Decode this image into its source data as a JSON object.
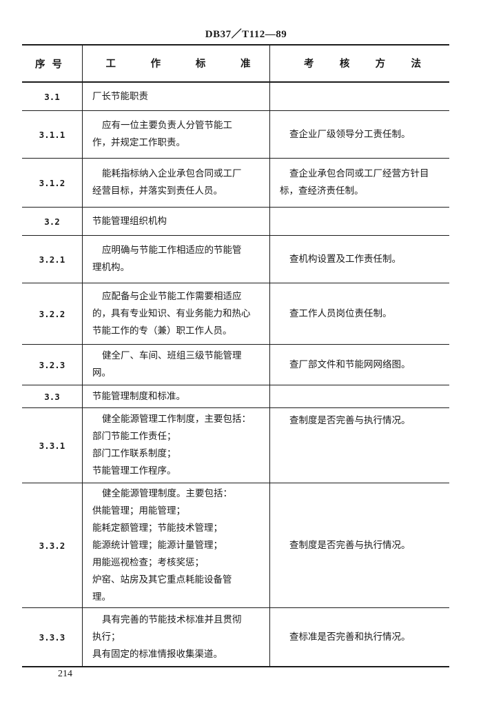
{
  "header": {
    "doc_code": "DB37／T112—89"
  },
  "table": {
    "columns": {
      "num": "序号",
      "standard": [
        "工",
        "作",
        "标",
        "准"
      ],
      "method": [
        "考",
        "核",
        "方",
        "法"
      ]
    },
    "rows": [
      {
        "num": "3.1",
        "standard": [
          "厂长节能职责"
        ],
        "method": ""
      },
      {
        "num": "3.1.1",
        "standard": [
          "应有一位主要负责人分管节能工",
          "作，并规定工作职责。"
        ],
        "method": "查企业厂级领导分工责任制。"
      },
      {
        "num": "3.1.2",
        "standard": [
          "能耗指标纳入企业承包合同或工厂",
          "经营目标，并落实到责任人员。"
        ],
        "method": "查企业承包合同或工厂经营方针目标，查经济责任制。"
      },
      {
        "num": "3.2",
        "standard": [
          "节能管理组织机构"
        ],
        "method": ""
      },
      {
        "num": "3.2.1",
        "standard": [
          "应明确与节能工作相适应的节能管",
          "理机构。"
        ],
        "method": "查机构设置及工作责任制。"
      },
      {
        "num": "3.2.2",
        "standard": [
          "应配备与企业节能工作需要相适应",
          "的，具有专业知识、有业务能力和热心",
          "节能工作的专（兼）职工作人员。"
        ],
        "method": "查工作人员岗位责任制。"
      },
      {
        "num": "3.2.3",
        "standard": [
          "健全厂、车间、班组三级节能管理",
          "网。"
        ],
        "method": "查厂部文件和节能网网络图。"
      },
      {
        "num": "3.3",
        "standard": [
          "节能管理制度和标准。"
        ],
        "method": ""
      },
      {
        "num": "3.3.1",
        "standard": [
          "健全能源管理工作制度，主要包括：",
          "部门节能工作责任；",
          "部门工作联系制度；",
          "节能管理工作程序。"
        ],
        "method": "查制度是否完善与执行情况。"
      },
      {
        "num": "3.3.2",
        "standard": [
          "健全能源管理制度。主要包括：",
          "供能管理；用能管理；",
          "能耗定额管理；节能技术管理；",
          "能源统计管理；能源计量管理；",
          "用能巡视检查；考核奖惩；",
          "炉窑、站房及其它重点耗能设备管",
          "理。"
        ],
        "method": "查制度是否完善与执行情况。"
      },
      {
        "num": "3.3.3",
        "standard": [
          "具有完善的节能技术标准并且贯彻",
          "执行；",
          "具有固定的标准情报收集渠道。"
        ],
        "method": "查标准是否完善和执行情况。"
      }
    ]
  },
  "footer": {
    "page_number": "214"
  }
}
